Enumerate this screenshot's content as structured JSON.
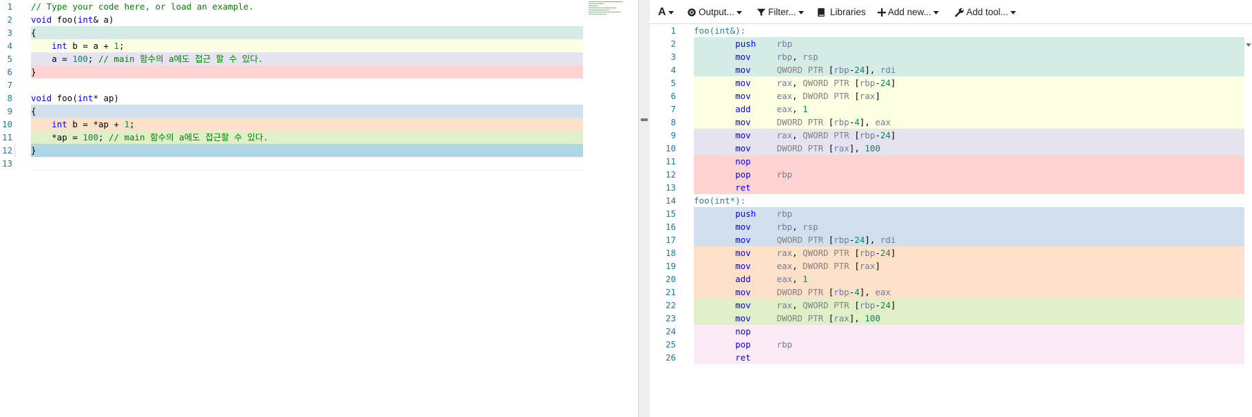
{
  "source_editor": {
    "lines": [
      {
        "n": "1",
        "html": "<span class=\"cm\">// Type your code here, or load an example.</span>",
        "hl": ""
      },
      {
        "n": "2",
        "html": "<span class=\"kw\">void</span> foo(<span class=\"kw\">int</span>&amp; a)",
        "hl": ""
      },
      {
        "n": "3",
        "html": "{",
        "hl": "#d5ece6"
      },
      {
        "n": "4",
        "html": "    <span class=\"kw\">int</span> b = a + <span class=\"nm\">1</span>;",
        "hl": "#fefee2"
      },
      {
        "n": "5",
        "html": "    a = <span class=\"nm\">100</span>; <span class=\"cm\">// main 함수의 a에도 접근 할 수 있다.</span>",
        "hl": "#e5e3f0"
      },
      {
        "n": "6",
        "html": "}",
        "hl": "#fed3d1"
      },
      {
        "n": "7",
        "html": "",
        "hl": ""
      },
      {
        "n": "8",
        "html": "<span class=\"kw\">void</span> foo(<span class=\"kw\">int</span>* ap)",
        "hl": ""
      },
      {
        "n": "9",
        "html": "{",
        "hl": "#d1e0ec"
      },
      {
        "n": "10",
        "html": "    <span class=\"kw\">int</span> b = *ap + <span class=\"nm\">1</span>;",
        "hl": "#fde0c8"
      },
      {
        "n": "11",
        "html": "    *ap = <span class=\"nm\">100</span>; <span class=\"cm\">// main 함수의 a에도 접근할 수 있다.</span>",
        "hl": "#e1efc9"
      },
      {
        "n": "12",
        "html": "}",
        "hl": "#add7e3"
      },
      {
        "n": "13",
        "html": "",
        "hl": ""
      }
    ]
  },
  "toolbar": {
    "font_label": "A",
    "output_label": "Output...",
    "filter_label": "Filter...",
    "libraries_label": "Libraries",
    "add_new_label": "Add new...",
    "add_tool_label": "Add tool..."
  },
  "assembly": {
    "lines": [
      {
        "n": "1",
        "html": "<span class=\"lbl\">foo(int&amp;):</span>",
        "hl": ""
      },
      {
        "n": "2",
        "html": "        <span class=\"mn\">push</span>    <span class=\"reg\">rbp</span>",
        "hl": "#d5ece6"
      },
      {
        "n": "3",
        "html": "        <span class=\"mn\">mov</span>     <span class=\"reg\">rbp</span>, <span class=\"reg\">rsp</span>",
        "hl": "#d5ece6"
      },
      {
        "n": "4",
        "html": "        <span class=\"mn\">mov</span>     <span class=\"ptr\">QWORD PTR</span> [<span class=\"reg\">rbp</span>-<span class=\"nm\">24</span>], <span class=\"reg\">rdi</span>",
        "hl": "#d5ece6"
      },
      {
        "n": "5",
        "html": "        <span class=\"mn\">mov</span>     <span class=\"reg\">rax</span>, <span class=\"ptr\">QWORD PTR</span> [<span class=\"reg\">rbp</span>-<span class=\"nm\">24</span>]",
        "hl": "#fefee2"
      },
      {
        "n": "6",
        "html": "        <span class=\"mn\">mov</span>     <span class=\"reg\">eax</span>, <span class=\"ptr\">DWORD PTR</span> [<span class=\"reg\">rax</span>]",
        "hl": "#fefee2"
      },
      {
        "n": "7",
        "html": "        <span class=\"mn\">add</span>     <span class=\"reg\">eax</span>, <span class=\"nm\">1</span>",
        "hl": "#fefee2"
      },
      {
        "n": "8",
        "html": "        <span class=\"mn\">mov</span>     <span class=\"ptr\">DWORD PTR</span> [<span class=\"reg\">rbp</span>-<span class=\"nm\">4</span>], <span class=\"reg\">eax</span>",
        "hl": "#fefee2"
      },
      {
        "n": "9",
        "html": "        <span class=\"mn\">mov</span>     <span class=\"reg\">rax</span>, <span class=\"ptr\">QWORD PTR</span> [<span class=\"reg\">rbp</span>-<span class=\"nm\">24</span>]",
        "hl": "#e5e3f0"
      },
      {
        "n": "10",
        "html": "        <span class=\"mn\">mov</span>     <span class=\"ptr\">DWORD PTR</span> [<span class=\"reg\">rax</span>], <span class=\"nm\">100</span>",
        "hl": "#e5e3f0"
      },
      {
        "n": "11",
        "html": "        <span class=\"mn\">nop</span>",
        "hl": "#fed3d1"
      },
      {
        "n": "12",
        "html": "        <span class=\"mn\">pop</span>     <span class=\"reg\">rbp</span>",
        "hl": "#fed3d1"
      },
      {
        "n": "13",
        "html": "        <span class=\"mn\">ret</span>",
        "hl": "#fed3d1"
      },
      {
        "n": "14",
        "html": "<span class=\"lbl\">foo(int*):</span>",
        "hl": ""
      },
      {
        "n": "15",
        "html": "        <span class=\"mn\">push</span>    <span class=\"reg\">rbp</span>",
        "hl": "#d1e0ec"
      },
      {
        "n": "16",
        "html": "        <span class=\"mn\">mov</span>     <span class=\"reg\">rbp</span>, <span class=\"reg\">rsp</span>",
        "hl": "#d1e0ec"
      },
      {
        "n": "17",
        "html": "        <span class=\"mn\">mov</span>     <span class=\"ptr\">QWORD PTR</span> [<span class=\"reg\">rbp</span>-<span class=\"nm\">24</span>], <span class=\"reg\">rdi</span>",
        "hl": "#d1e0ec"
      },
      {
        "n": "18",
        "html": "        <span class=\"mn\">mov</span>     <span class=\"reg\">rax</span>, <span class=\"ptr\">QWORD PTR</span> [<span class=\"reg\">rbp</span>-<span class=\"nm\">24</span>]",
        "hl": "#fde0c8"
      },
      {
        "n": "19",
        "html": "        <span class=\"mn\">mov</span>     <span class=\"reg\">eax</span>, <span class=\"ptr\">DWORD PTR</span> [<span class=\"reg\">rax</span>]",
        "hl": "#fde0c8"
      },
      {
        "n": "20",
        "html": "        <span class=\"mn\">add</span>     <span class=\"reg\">eax</span>, <span class=\"nm\">1</span>",
        "hl": "#fde0c8"
      },
      {
        "n": "21",
        "html": "        <span class=\"mn\">mov</span>     <span class=\"ptr\">DWORD PTR</span> [<span class=\"reg\">rbp</span>-<span class=\"nm\">4</span>], <span class=\"reg\">eax</span>",
        "hl": "#fde0c8"
      },
      {
        "n": "22",
        "html": "        <span class=\"mn\">mov</span>     <span class=\"reg\">rax</span>, <span class=\"ptr\">QWORD PTR</span> [<span class=\"reg\">rbp</span>-<span class=\"nm\">24</span>]",
        "hl": "#e1efc9"
      },
      {
        "n": "23",
        "html": "        <span class=\"mn\">mov</span>     <span class=\"ptr\">DWORD PTR</span> [<span class=\"reg\">rax</span>], <span class=\"nm\">100</span>",
        "hl": "#e1efc9"
      },
      {
        "n": "24",
        "html": "        <span class=\"mn\">nop</span>",
        "hl": "#fcebf6"
      },
      {
        "n": "25",
        "html": "        <span class=\"mn\">pop</span>     <span class=\"reg\">rbp</span>",
        "hl": "#fcebf6"
      },
      {
        "n": "26",
        "html": "        <span class=\"mn\">ret</span>",
        "hl": "#fcebf6"
      }
    ]
  },
  "colors": {
    "line_number": "#237893",
    "keyword": "#0000ff",
    "comment": "#008000",
    "number": "#098658"
  }
}
